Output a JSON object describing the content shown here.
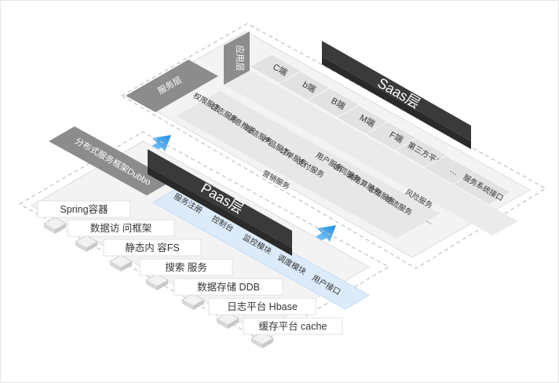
{
  "saas": {
    "title": "Saas层",
    "app_label": "应用层",
    "service_label": "服务层",
    "apps": [
      "C端",
      "b端",
      "B端",
      "M端",
      "F端",
      "第三方平台",
      "…",
      "服务系统接口"
    ],
    "services": [
      "权限服务",
      "日志服务",
      "消息推送",
      "短信服务",
      "产品服务",
      "订单服务",
      "支付服务",
      "用户服务",
      "合同服务",
      "清结算服务",
      "仓储服务",
      "物流服务",
      "…",
      "风险服务",
      "营销服务"
    ]
  },
  "paas": {
    "title": "Paas层",
    "framework_label": "分布式服务框架Dubbo",
    "modules": [
      "服务注册",
      "控制台",
      "监控模块",
      "调度模块",
      "用户接口"
    ]
  },
  "stack": [
    "Spring容器",
    "数据访 问框架",
    "静态内 容FS",
    "搜索 服务",
    "数据存储 DDB",
    "日志平台 Hbase",
    "缓存平台 cache"
  ],
  "colors": {
    "dark_bar": "#3a3a3a",
    "gray_bar": "#8c8c8c",
    "arrow": "#1e90e6",
    "highlight": "#dcebfa"
  }
}
